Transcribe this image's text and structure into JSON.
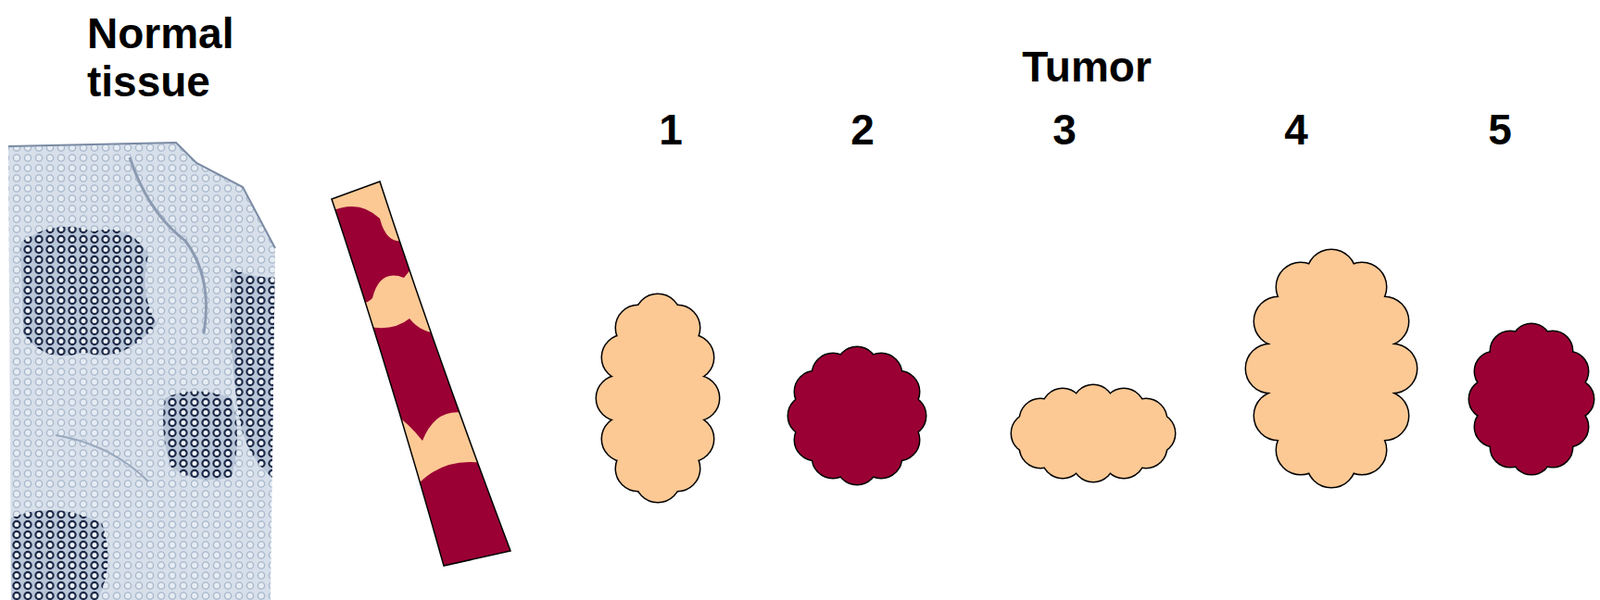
{
  "diagram": {
    "labels": [
      "Normal tissue",
      "Tumor",
      "1",
      "2",
      "3",
      "4",
      "5"
    ]
  }
}
